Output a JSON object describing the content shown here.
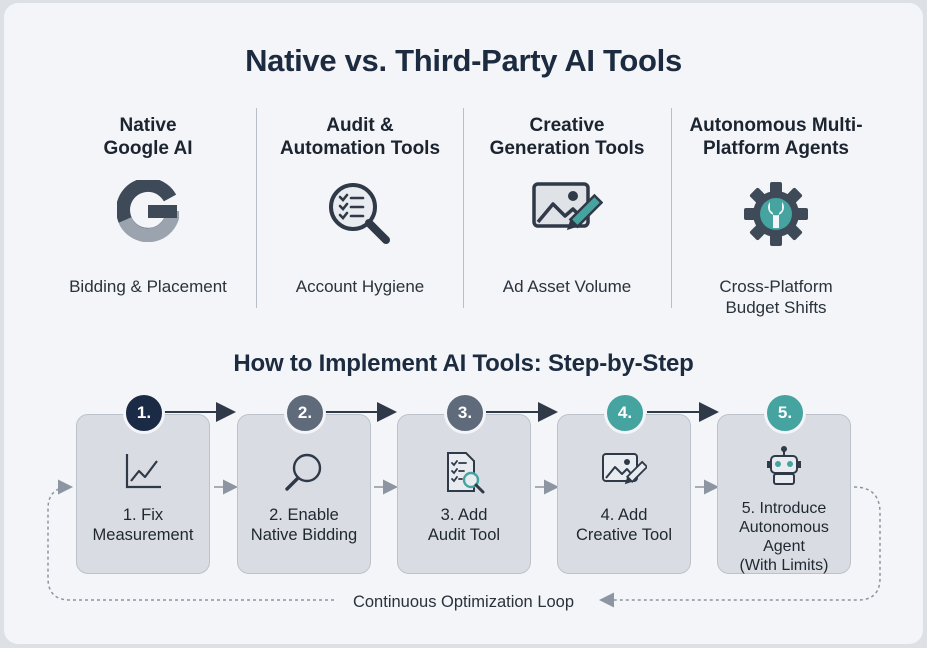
{
  "title": "Native vs. Third-Party AI Tools",
  "categories": [
    {
      "heading_line1": "Native",
      "heading_line2": "Google AI",
      "icon": "google-g-icon",
      "footer_line1": "Bidding & Placement",
      "footer_line2": ""
    },
    {
      "heading_line1": "Audit &",
      "heading_line2": "Automation Tools",
      "icon": "magnifier-checklist-icon",
      "footer_line1": "Account Hygiene",
      "footer_line2": ""
    },
    {
      "heading_line1": "Creative",
      "heading_line2": "Generation Tools",
      "icon": "image-pencil-icon",
      "footer_line1": "Ad Asset Volume",
      "footer_line2": ""
    },
    {
      "heading_line1": "Autonomous Multi-",
      "heading_line2": "Platform Agents",
      "icon": "gear-wrench-icon",
      "footer_line1": "Cross-Platform",
      "footer_line2": "Budget Shifts"
    }
  ],
  "steps_title": "How to Implement AI Tools: Step-by-Step",
  "steps": [
    {
      "badge": "1.",
      "icon": "line-chart-icon",
      "lines": [
        "1. Fix",
        "Measurement"
      ],
      "badge_color": "#1c2b45"
    },
    {
      "badge": "2.",
      "icon": "magnifier-icon",
      "lines": [
        "2. Enable",
        "Native Bidding"
      ],
      "badge_color": "#5f6b7a"
    },
    {
      "badge": "3.",
      "icon": "document-search-icon",
      "lines": [
        "3. Add",
        "Audit Tool"
      ],
      "badge_color": "#5f6b7a"
    },
    {
      "badge": "4.",
      "icon": "image-pencil-icon",
      "lines": [
        "4. Add",
        "Creative Tool"
      ],
      "badge_color": "#45a3a0"
    },
    {
      "badge": "5.",
      "icon": "robot-icon",
      "lines": [
        "5. Introduce",
        "Autonomous",
        "Agent",
        "(With Limits)"
      ],
      "badge_color": "#45a3a0"
    }
  ],
  "loop_label": "Continuous Optimization Loop",
  "colors": {
    "navy": "#1c2b45",
    "slate": "#5f6b7a",
    "teal": "#45a3a0"
  }
}
